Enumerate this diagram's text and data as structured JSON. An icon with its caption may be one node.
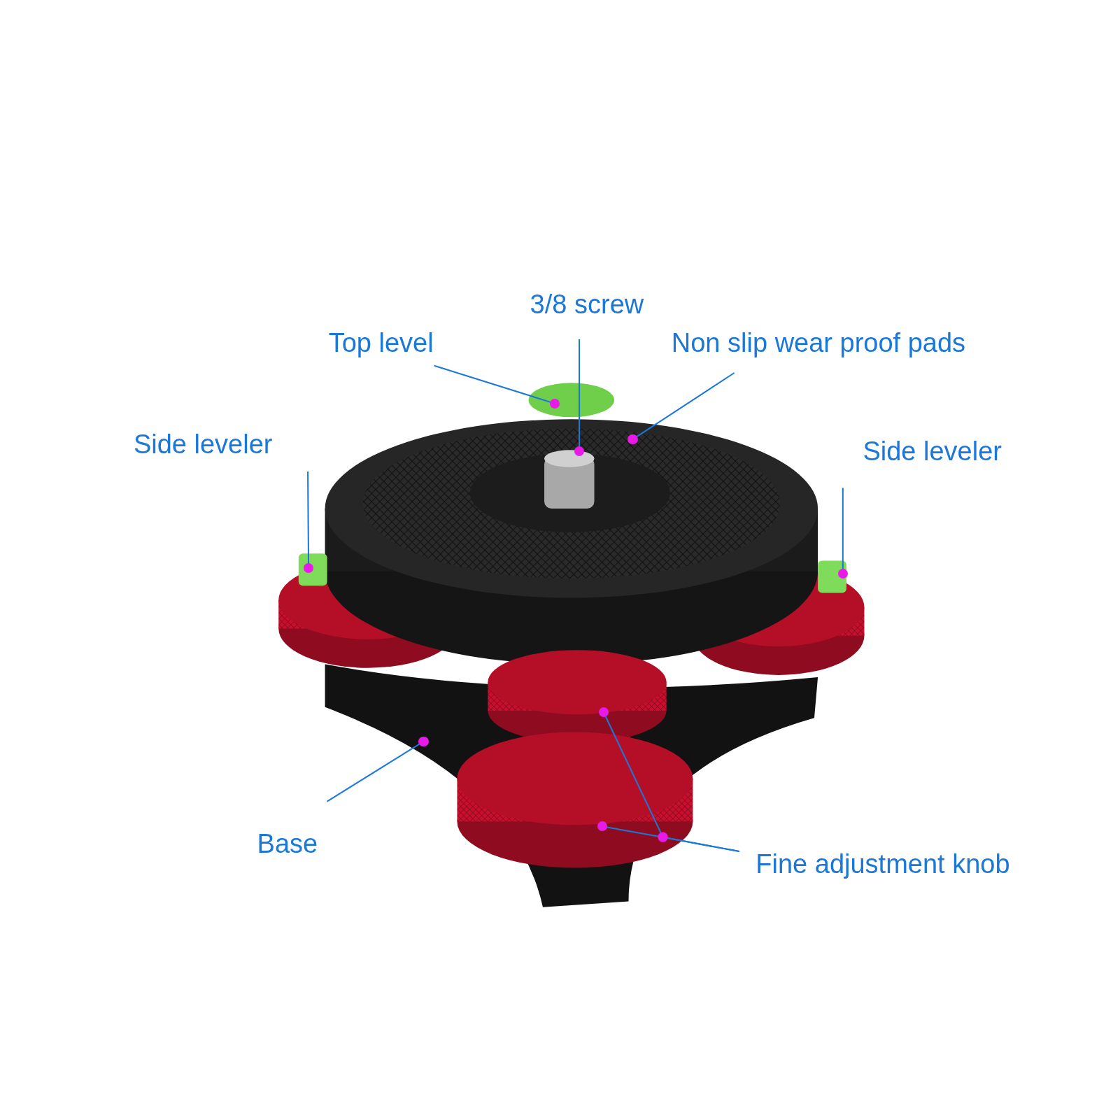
{
  "diagram": {
    "nodes": [
      {
        "text": [
          "3/8 screw"
        ]
      },
      {
        "text": [],
        "shape": "circle"
      },
      {
        "text": [
          "Top level"
        ]
      },
      {
        "text": [],
        "shape": "circle"
      },
      {
        "text": [
          "Non slip wear proof pads"
        ]
      },
      {
        "text": [],
        "shape": "circle"
      },
      {
        "text": [
          "Side leveler"
        ]
      },
      {
        "text": [],
        "shape": "circle"
      },
      {
        "text": [
          "Side leveler"
        ]
      },
      {
        "text": [],
        "shape": "circle"
      },
      {
        "text": [
          "Base"
        ]
      },
      {
        "text": [],
        "shape": "circle"
      },
      {
        "text": [
          "Fine adjustment knob"
        ]
      },
      {
        "text": [],
        "shape": "circle"
      },
      {
        "text": [],
        "shape": "circle"
      }
    ],
    "edges": [
      {
        "from": 0,
        "to": 1,
        "arrow": "none"
      },
      {
        "from": 2,
        "to": 3,
        "arrow": "none"
      },
      {
        "from": 4,
        "to": 5,
        "arrow": "none"
      },
      {
        "from": 6,
        "to": 7,
        "arrow": "none"
      },
      {
        "from": 8,
        "to": 9,
        "arrow": "none"
      },
      {
        "from": 10,
        "to": 11,
        "arrow": "none"
      },
      {
        "from": 12,
        "to": 13,
        "arrow": "none"
      },
      {
        "from": 12,
        "to": 14,
        "arrow": "none"
      }
    ]
  }
}
